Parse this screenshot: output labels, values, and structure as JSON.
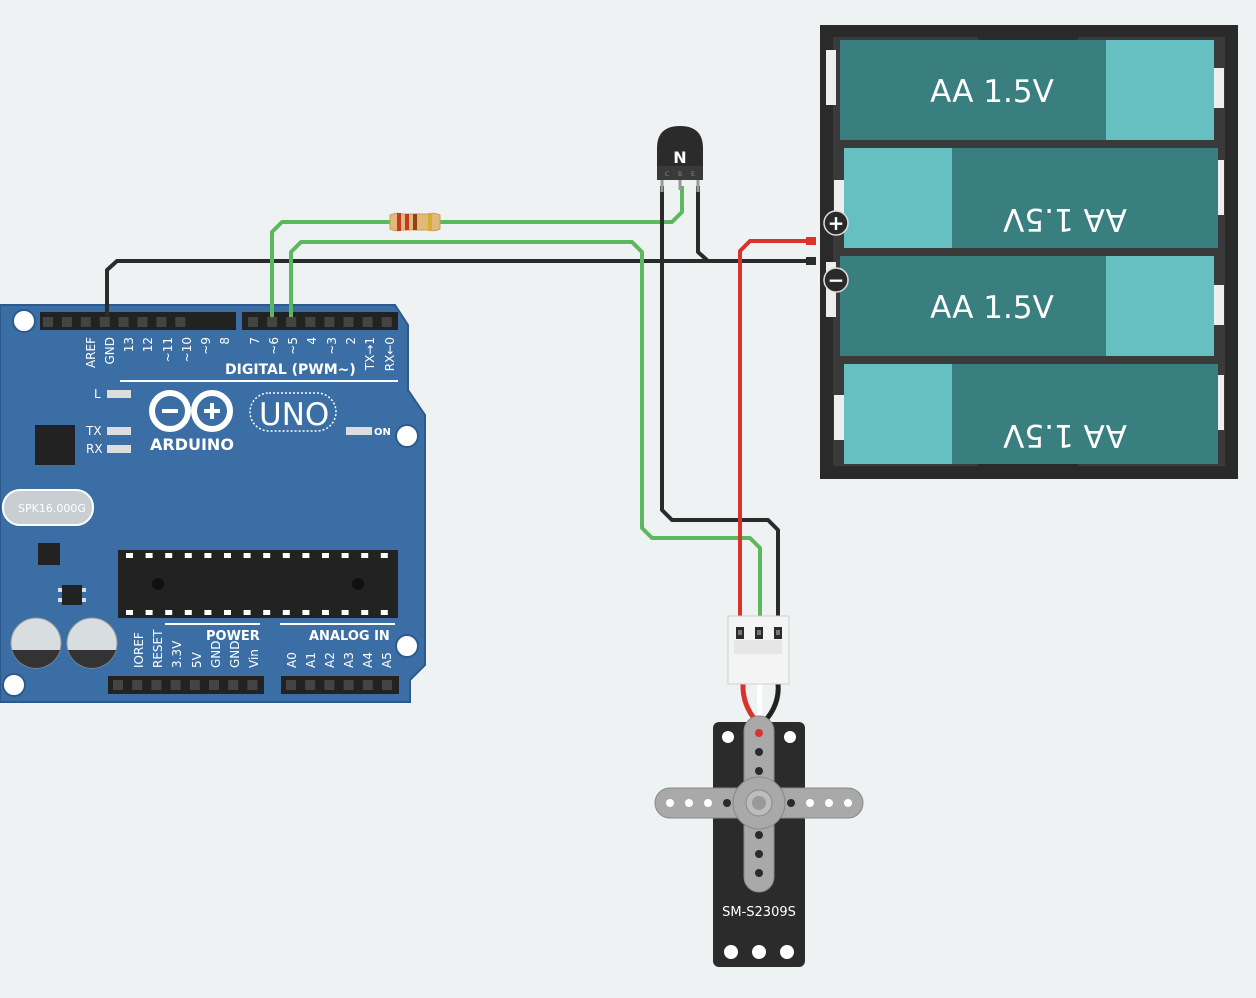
{
  "arduino": {
    "brand": "ARDUINO",
    "model": "UNO",
    "digital_header_label": "DIGITAL (PWM~)",
    "power_label": "POWER",
    "analog_label": "ANALOG IN",
    "on_label": "ON",
    "led_l_label": "L",
    "led_tx_label": "TX",
    "led_rx_label": "RX",
    "crystal_label": "SPK16.000G",
    "top_pins": [
      "AREF",
      "GND",
      "13",
      "12",
      "~11",
      "~10",
      "~9",
      "8",
      "7",
      "~6",
      "~5",
      "4",
      "~3",
      "2",
      "TX→1",
      "RX←0"
    ],
    "bottom_pins": [
      "IOREF",
      "RESET",
      "3.3V",
      "5V",
      "GND",
      "GND",
      "Vin",
      "A0",
      "A1",
      "A2",
      "A3",
      "A4",
      "A5"
    ]
  },
  "transistor": {
    "type_label": "N",
    "leg_labels": [
      "C",
      "B",
      "E"
    ]
  },
  "battery_pack": {
    "cells": [
      "AA 1.5V",
      "AA 1.5V",
      "AA 1.5V",
      "AA 1.5V"
    ],
    "plus_symbol": "+",
    "minus_symbol": "−"
  },
  "servo": {
    "model_label": "SM-S2309S"
  },
  "colors": {
    "background": "#eef2f3",
    "board": "#3b6ea5",
    "battery_dark": "#3a7f80",
    "battery_light": "#66bfc0",
    "wire_green": "#5cb85c",
    "wire_black": "#2b2b2b",
    "wire_red": "#d9342b"
  }
}
